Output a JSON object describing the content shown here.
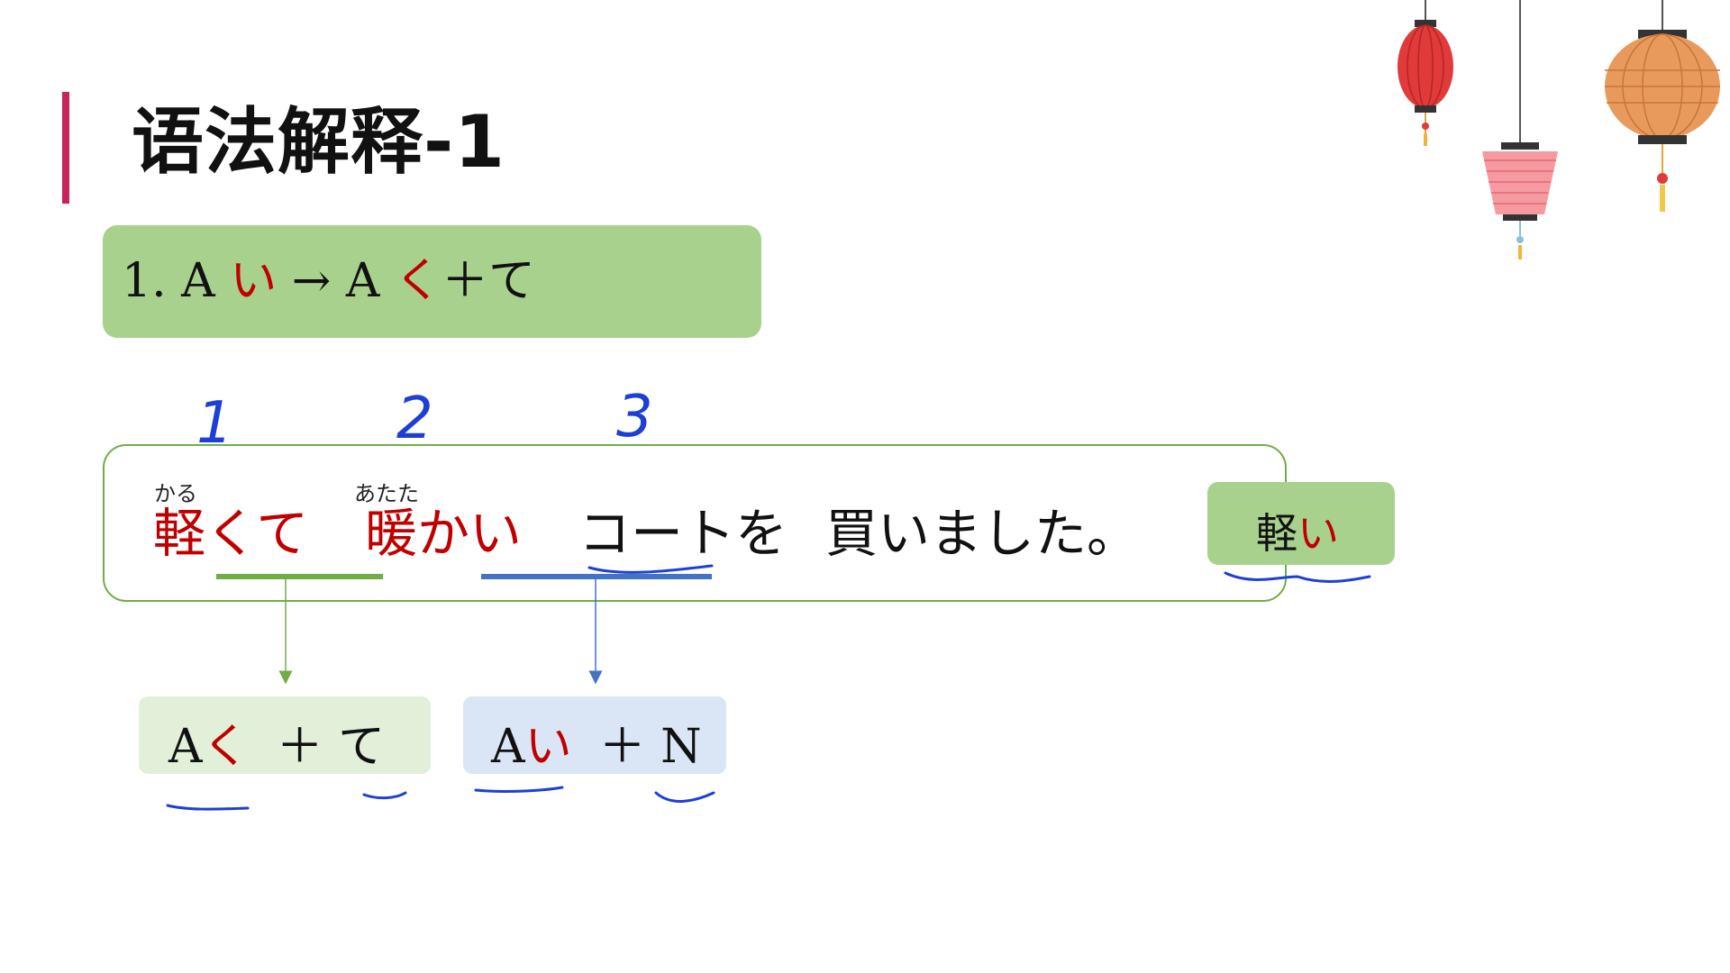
{
  "slide": {
    "title": "语法解释-1",
    "rule": {
      "prefix": "1. A ",
      "i": "い",
      "arrow": " → A ",
      "ku": "く",
      "suffix": "＋て"
    },
    "sentence": {
      "w1": {
        "kanji": "軽",
        "rest": "くて",
        "ruby": "かる"
      },
      "w2": {
        "kanji": "暖",
        "rest": "かい",
        "ruby": "あたた"
      },
      "w3": "コートを",
      "w4": "買いました。"
    },
    "tag": {
      "kanji": "軽",
      "i": "い"
    },
    "pattern1": {
      "a": "A",
      "ku": "く",
      "rest": "＋ て"
    },
    "pattern2": {
      "a": "A",
      "i": "い",
      "rest": "＋ N"
    },
    "annotations": {
      "n1": "1",
      "n2": "2",
      "n3": "3"
    }
  },
  "colors": {
    "accent": "#c6245a",
    "green": "#a9d18e",
    "ink_blue": "#1e3fd6",
    "red": "#c00000"
  },
  "icons": [
    "red-lantern-icon",
    "pink-lantern-icon",
    "orange-lantern-icon"
  ]
}
